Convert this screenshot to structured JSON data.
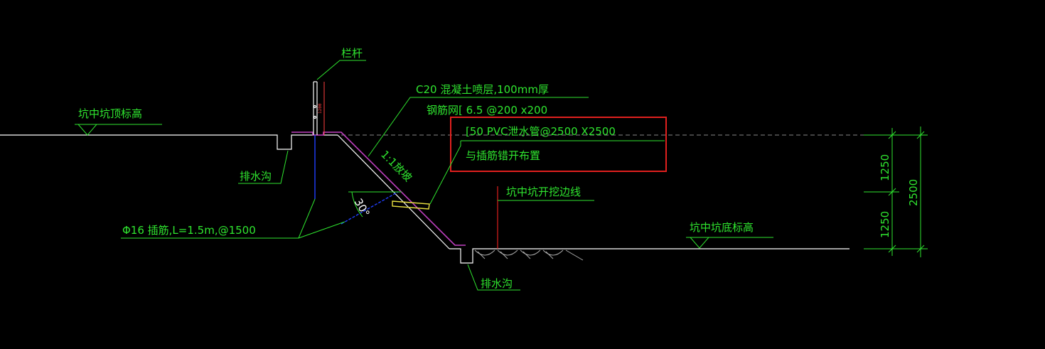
{
  "labels": {
    "railing": "栏杆",
    "pit_top_elev": "坑中坑顶标高",
    "shotcrete": "C20 混凝土喷层,100mm厚",
    "mesh": "钢筋网[ 6.5 @200 x200",
    "pvc_pipe": "[50 PVC泄水管@2500 X2500",
    "stagger": "与插筋错开布置",
    "slope": "1:1放坡",
    "drain_ditch_top": "排水沟",
    "angle": "30°",
    "rebar": "Φ16 插筋,L=1.5m,@1500",
    "excavation_line": "坑中坑开挖边线",
    "pit_bottom_elev": "坑中坑底标高",
    "drain_ditch_bottom": "排水沟",
    "railing_height": "1200"
  },
  "dimensions": {
    "upper": "1250",
    "lower": "1250",
    "total": "2500"
  },
  "colors": {
    "background": "#000000",
    "text": "#2fe52f",
    "ground": "#ffffff",
    "slope": "#c040c0",
    "rebar": "#2040ff",
    "highlight_box": "#e0201e",
    "pipe": "#e8e040",
    "dim_line": "#2fe52f"
  }
}
